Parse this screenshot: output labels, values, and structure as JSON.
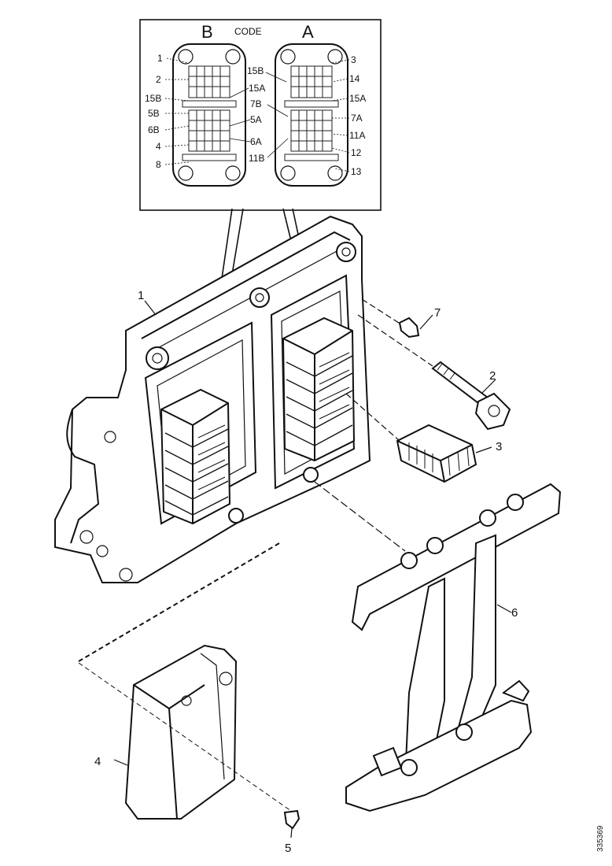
{
  "inset": {
    "side_b": "B",
    "code": "CODE",
    "side_a": "A",
    "labels_b": [
      "1",
      "2",
      "15B",
      "5B",
      "6B",
      "4",
      "8"
    ],
    "labels_mid": [
      "15B",
      "15A",
      "5A",
      "6A",
      "11B",
      "7B"
    ],
    "labels_a": [
      "3",
      "14",
      "15A",
      "7A",
      "11A",
      "12",
      "13"
    ]
  },
  "parts": {
    "p1": "1",
    "p2": "2",
    "p3": "3",
    "p4": "4",
    "p5": "5",
    "p6": "6",
    "p7": "7"
  },
  "doc_id": "335369"
}
